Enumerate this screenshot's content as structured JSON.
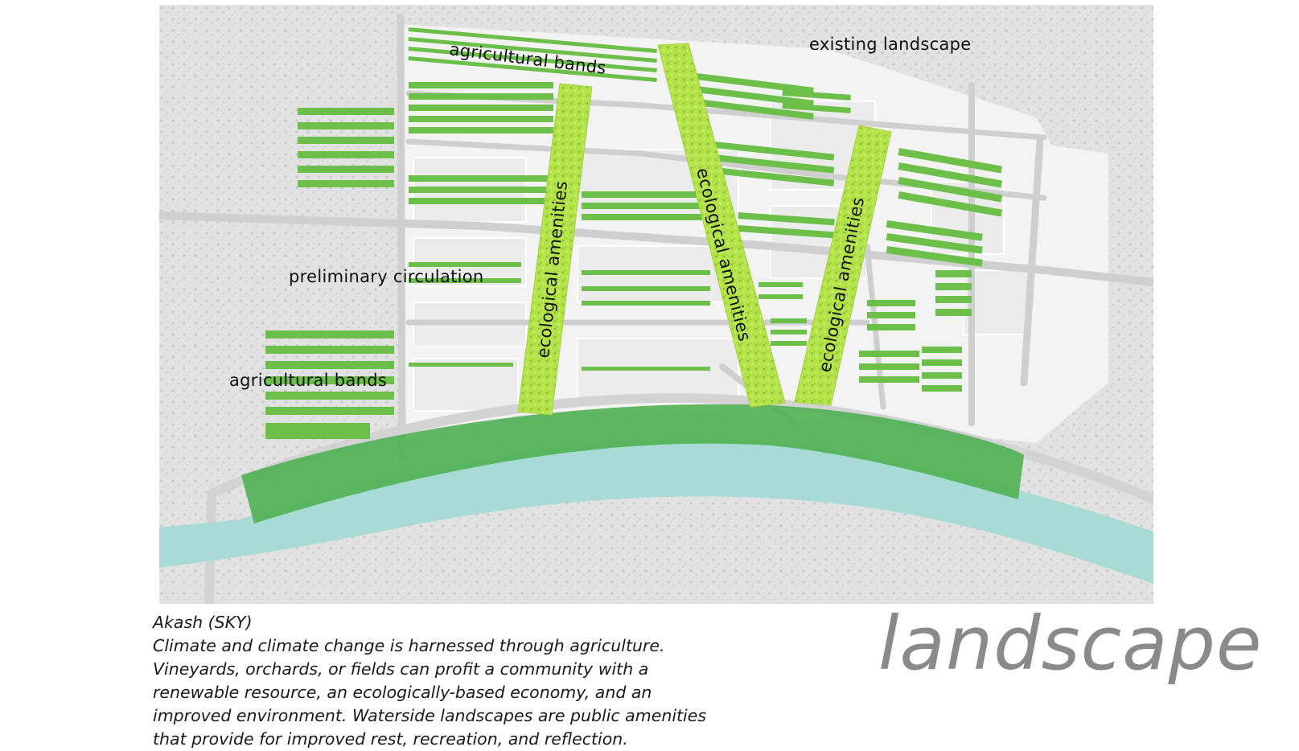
{
  "map": {
    "labels": {
      "existing_landscape": "existing landscape",
      "agricultural_bands_top": "agricultural bands",
      "agricultural_bands_left": "agricultural bands",
      "preliminary_circulation": "preliminary circulation",
      "ecological_amenities_1": "ecological amenities",
      "ecological_amenities_2": "ecological amenities",
      "ecological_amenities_3": "ecological amenities"
    },
    "colors": {
      "agricultural_band": "#6cc04a",
      "ecological_amenity": "#b7e84a",
      "river": "#a9dbd6",
      "riverside_park": "#4caf50",
      "road": "#cfcfcf",
      "parcel": "#ececec",
      "existing_landscape": "#dcdcdc"
    }
  },
  "caption": {
    "title": "Akash (SKY)",
    "lines": [
      "Climate and climate change is harnessed through agriculture.",
      "Vineyards, orchards, or fields can profit a community with a",
      "renewable resource, an ecologically-based economy, and an",
      "improved environment.  Waterside landscapes are public amenities",
      "that provide for improved rest, recreation, and reflection."
    ]
  },
  "section_title": "landscape"
}
